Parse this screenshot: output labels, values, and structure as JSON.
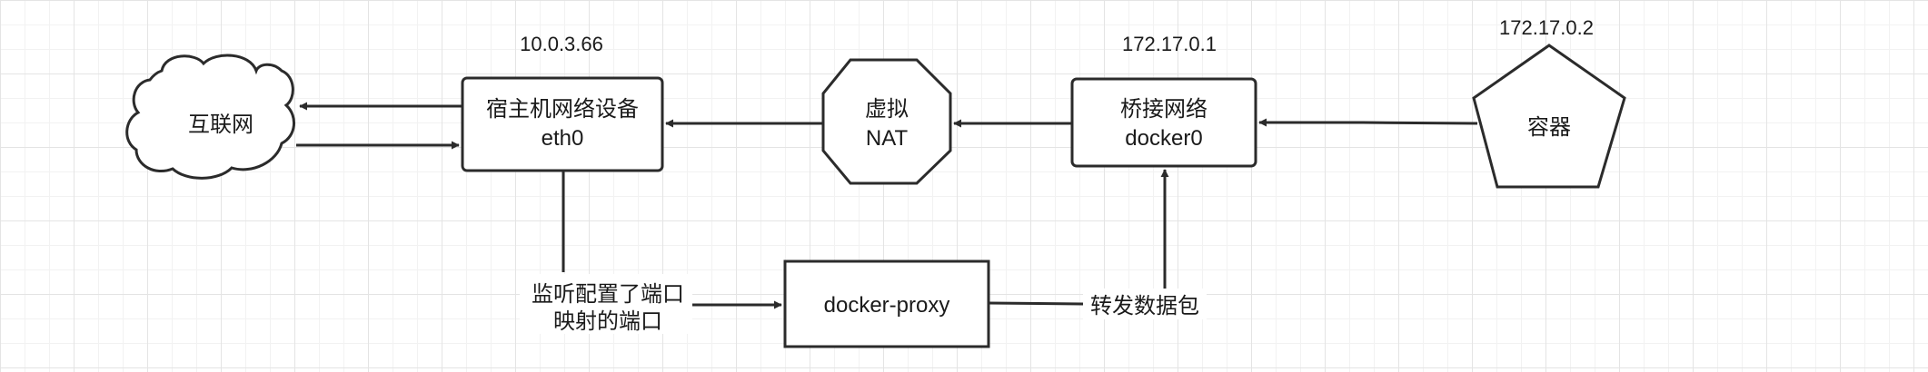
{
  "diagram": {
    "nodes": {
      "internet": {
        "label": "互联网"
      },
      "host_eth0": {
        "label_line1": "宿主机网络设备",
        "label_line2": "eth0",
        "ip": "10.0.3.66"
      },
      "nat": {
        "label_line1": "虚拟",
        "label_line2": "NAT"
      },
      "docker0": {
        "label_line1": "桥接网络",
        "label_line2": "docker0",
        "ip": "172.17.0.1"
      },
      "container": {
        "label": "容器",
        "ip": "172.17.0.2"
      },
      "docker_proxy": {
        "label": "docker-proxy"
      }
    },
    "edge_labels": {
      "listen_line1": "监听配置了端口",
      "listen_line2": "映射的端口",
      "forward": "转发数据包"
    }
  },
  "colors": {
    "stroke": "#2b2b2b",
    "text": "#1a1a1a",
    "grid_major": "#e4e4e4",
    "grid_minor": "#f2f2f2"
  }
}
